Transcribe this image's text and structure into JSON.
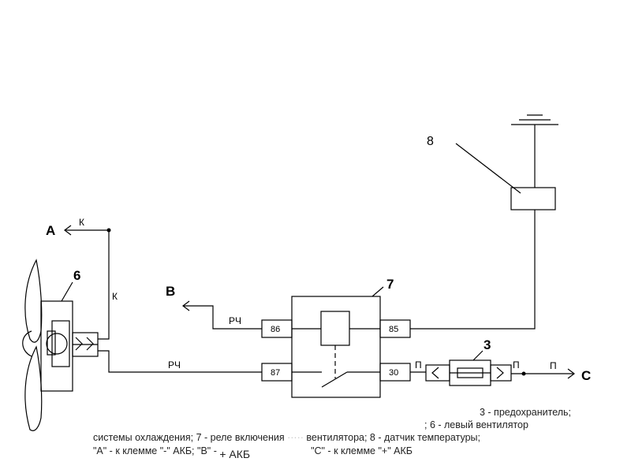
{
  "labels": {
    "A": "A",
    "B": "B",
    "C": "C",
    "K_top": "К",
    "K_side": "К",
    "n6": "6",
    "n7": "7",
    "n3": "3",
    "n8": "8",
    "rch_top": "РЧ",
    "rch_bottom": "РЧ",
    "p1": "П",
    "p2": "П",
    "p3": "П"
  },
  "relay_pins": {
    "p86": "86",
    "p85": "85",
    "p87": "87",
    "p30": "30"
  },
  "legend": {
    "line1": "3 - предохранитель;",
    "line2": "; 6 - левый вентилятор",
    "line3": "системы охлаждения; 7 - реле включения",
    "line3b": "вентилятора; 8 - датчик температуры;",
    "line4a": "\"А\" - к клемме \"-\" АКБ; \"В\" -",
    "line4b": "+ АКБ",
    "line4c": "\"С\" - к клемме \"+\" АКБ"
  }
}
